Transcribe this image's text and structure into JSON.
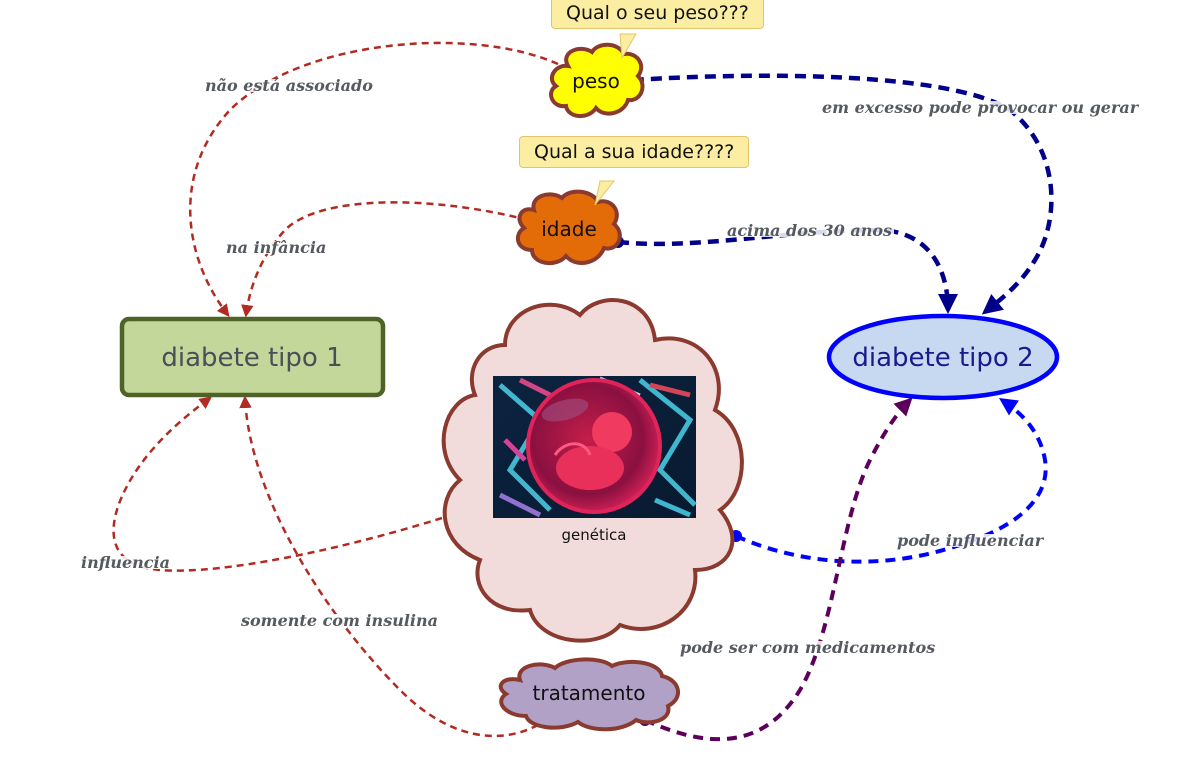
{
  "nodes": {
    "peso": {
      "label": "peso",
      "fill": "#ffff00",
      "stroke": "#8b3a2f"
    },
    "idade": {
      "label": "idade",
      "fill": "#e36c09",
      "stroke": "#8b3a2f"
    },
    "diabete_tipo_1": {
      "label": "diabete tipo 1",
      "fill": "#c4d79b",
      "stroke": "#4f6228",
      "text_color": "#4a4f57"
    },
    "diabete_tipo_2": {
      "label": "diabete tipo 2",
      "fill": "#c6d9f1",
      "stroke": "#0000ff",
      "text_color": "#1a1a8c"
    },
    "genetica": {
      "label": "genética",
      "fill": "#f2dcdb",
      "stroke": "#8b3a2f",
      "image": "embryo-dna-illustration"
    },
    "tratamento": {
      "label": "tratamento",
      "fill": "#b2a1c7",
      "stroke": "#8b3a2f"
    }
  },
  "callouts": {
    "peso_question": "Qual o seu peso???",
    "idade_question": "Qual a sua idade????"
  },
  "edges": [
    {
      "from": "peso",
      "to": "diabete_tipo_1",
      "label": "não está associado",
      "color": "#b22a22"
    },
    {
      "from": "peso",
      "to": "diabete_tipo_2",
      "label": "em excesso pode provocar ou gerar",
      "color": "#00008b"
    },
    {
      "from": "idade",
      "to": "diabete_tipo_1",
      "label": "na infância",
      "color": "#b22a22"
    },
    {
      "from": "idade",
      "to": "diabete_tipo_2",
      "label": "acima dos 30 anos",
      "color": "#00008b"
    },
    {
      "from": "genetica",
      "to": "diabete_tipo_1",
      "label": "influencia",
      "color": "#b22a22"
    },
    {
      "from": "genetica",
      "to": "diabete_tipo_2",
      "label": "pode influenciar",
      "color": "#0000ff"
    },
    {
      "from": "tratamento",
      "to": "diabete_tipo_1",
      "label": "somente com insulina",
      "color": "#b22a22"
    },
    {
      "from": "tratamento",
      "to": "diabete_tipo_2",
      "label": "pode ser com medicamentos",
      "color": "#5c005c"
    }
  ]
}
